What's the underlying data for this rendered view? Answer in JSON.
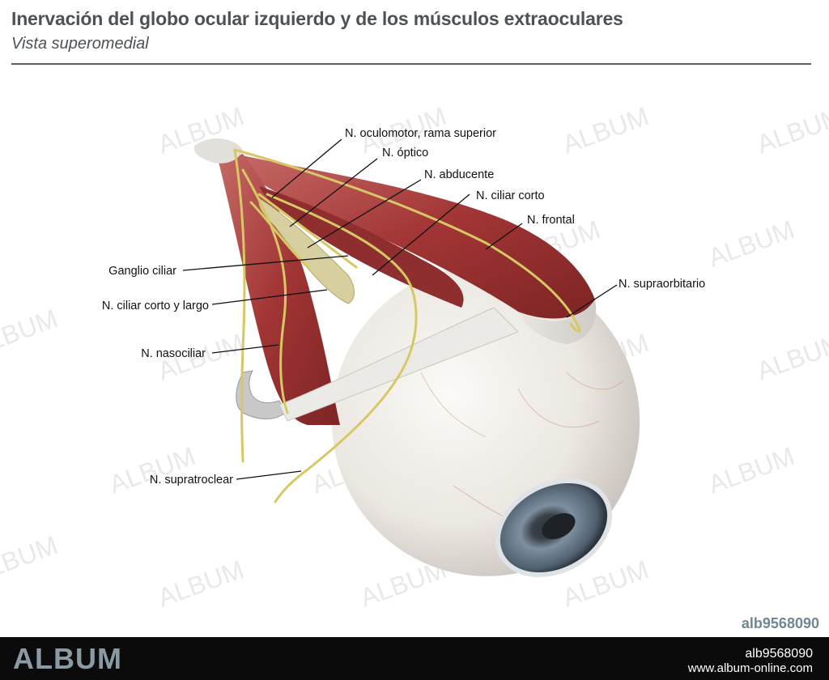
{
  "header": {
    "title": "Inervación del globo ocular izquierdo y de los músculos extraoculares",
    "subtitle": "Vista superomedial"
  },
  "labels": [
    {
      "id": "oculomotor",
      "text": "N. oculomotor, rama superior"
    },
    {
      "id": "optico",
      "text": "N. óptico"
    },
    {
      "id": "abducente",
      "text": "N. abducente"
    },
    {
      "id": "ciliar-corto",
      "text": "N. ciliar corto"
    },
    {
      "id": "frontal",
      "text": "N. frontal"
    },
    {
      "id": "supraorbitario",
      "text": "N. supraorbitario"
    },
    {
      "id": "ganglio",
      "text": "Ganglio ciliar"
    },
    {
      "id": "ciliar-corto-largo",
      "text": "N. ciliar corto y largo"
    },
    {
      "id": "nasociliar",
      "text": "N. nasociliar"
    },
    {
      "id": "supratroclear",
      "text": "N. supratroclear"
    }
  ],
  "watermark": "ALBUM",
  "image_code": "alb9568090",
  "footer": {
    "logo": "ALBUM",
    "code": "alb9568090",
    "url": "www.album-online.com"
  },
  "colors": {
    "muscle": "#a83a3a",
    "nerve": "#d8c96a",
    "sclera": "#eeebe6",
    "iris": "#6f8394",
    "footer_bg": "#0b0b0b"
  }
}
